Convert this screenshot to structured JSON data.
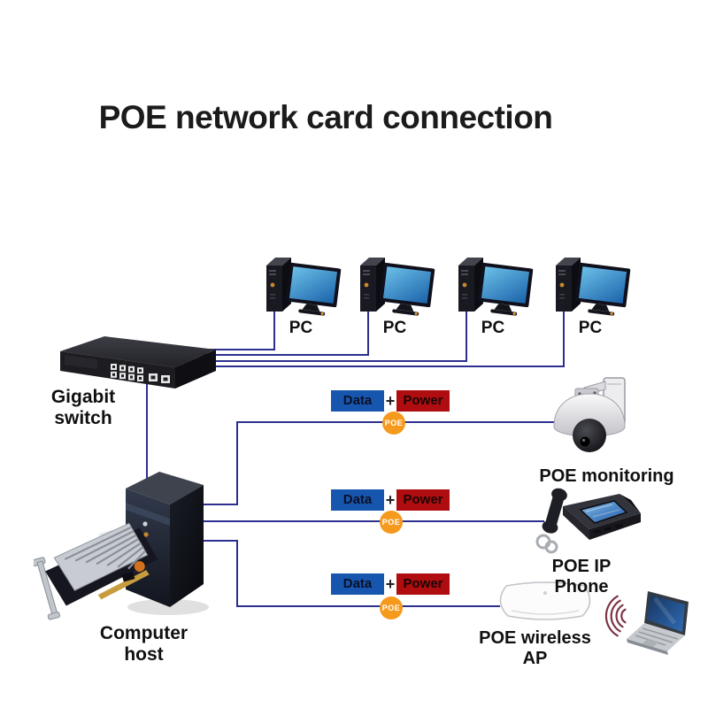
{
  "title": "POE network card connection",
  "colors": {
    "cable": "#2d2f8f",
    "data_box": "#1656ae",
    "power_box": "#b00d10",
    "poe_badge": "#f59a1d",
    "plus_sign": "#222222",
    "title_text": "#1b1b1b"
  },
  "pcs": [
    {
      "label": "PC"
    },
    {
      "label": "PC"
    },
    {
      "label": "PC"
    },
    {
      "label": "PC"
    }
  ],
  "switch": {
    "label": "Gigabit switch"
  },
  "host": {
    "label": "Computer host"
  },
  "branches": [
    {
      "data": "Data",
      "plus": "+",
      "power": "Power",
      "badge": "POE",
      "device": "POE monitoring"
    },
    {
      "data": "Data",
      "plus": "+",
      "power": "Power",
      "badge": "POE",
      "device": "POE IP Phone"
    },
    {
      "data": "Data",
      "plus": "+",
      "power": "Power",
      "badge": "POE",
      "device": "POE wireless AP"
    }
  ]
}
